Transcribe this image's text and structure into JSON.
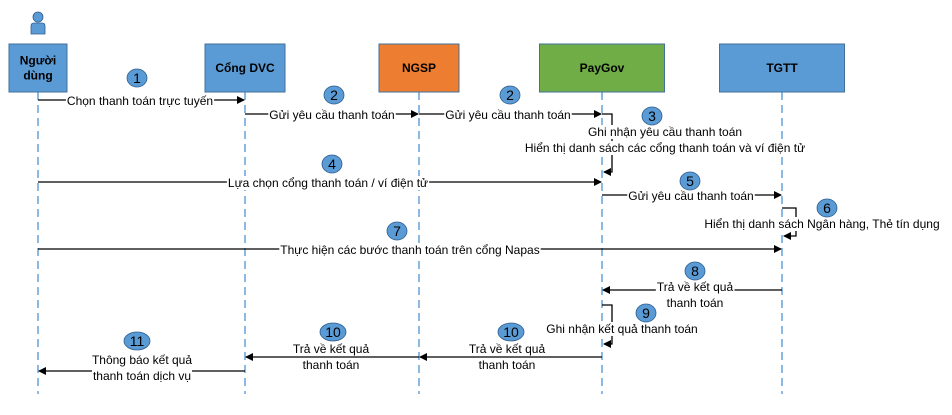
{
  "actors": [
    {
      "id": "user",
      "label_lines": [
        "Người",
        "dùng"
      ],
      "fill": "#5b9bd5"
    },
    {
      "id": "dvc",
      "label_lines": [
        "Cổng DVC"
      ],
      "fill": "#5b9bd5"
    },
    {
      "id": "ngsp",
      "label_lines": [
        "NGSP"
      ],
      "fill": "#ed7d31"
    },
    {
      "id": "paygov",
      "label_lines": [
        "PayGov"
      ],
      "fill": "#70ad47"
    },
    {
      "id": "tgtt",
      "label_lines": [
        "TGTT"
      ],
      "fill": "#5b9bd5"
    }
  ],
  "colors": {
    "badge": "#5b9bd5",
    "lifeline": "#5b9bd5",
    "arrow": "#000000",
    "box_border": "#41719c"
  },
  "user_icon": "person-icon",
  "messages": [
    {
      "num": "1",
      "from": "user",
      "to": "dvc",
      "label_lines": [
        "Chọn thanh toán trực tuyến"
      ]
    },
    {
      "num": "2",
      "from": "dvc",
      "to": "ngsp",
      "label_lines": [
        "Gửi yêu cầu thanh toán"
      ]
    },
    {
      "num": "2",
      "from": "ngsp",
      "to": "paygov",
      "label_lines": [
        "Gửi yêu cầu thanh toán"
      ]
    },
    {
      "num": "3",
      "from": "paygov",
      "to": "paygov",
      "self": true,
      "label_lines": [
        "Ghi nhận yêu cầu thanh toán",
        "Hiển thị danh sách các cổng thanh toán và ví điện tử"
      ]
    },
    {
      "num": "4",
      "from": "user",
      "to": "paygov",
      "label_lines": [
        "Lựa chọn cổng thanh toán / ví điện tử"
      ]
    },
    {
      "num": "5",
      "from": "paygov",
      "to": "tgtt",
      "label_lines": [
        "Gửi yêu cầu thanh toán"
      ]
    },
    {
      "num": "6",
      "from": "tgtt",
      "to": "tgtt",
      "self": true,
      "label_lines": [
        "Hiển thị danh sách Ngân hàng, Thẻ tín dụng"
      ]
    },
    {
      "num": "7",
      "from": "user",
      "to": "tgtt",
      "label_lines": [
        "Thực hiện các bước thanh toán trên cổng Napas"
      ]
    },
    {
      "num": "8",
      "from": "tgtt",
      "to": "paygov",
      "label_lines": [
        "Trả về kết quả",
        "thanh toán"
      ]
    },
    {
      "num": "9",
      "from": "paygov",
      "to": "paygov",
      "self": true,
      "label_lines": [
        "Ghi nhận kết quả thanh toán"
      ]
    },
    {
      "num": "10",
      "from": "paygov",
      "to": "ngsp",
      "label_lines": [
        "Trả về kết quả",
        "thanh toán"
      ]
    },
    {
      "num": "10",
      "from": "ngsp",
      "to": "dvc",
      "label_lines": [
        "Trả về kết quả",
        "thanh toán"
      ]
    },
    {
      "num": "11",
      "from": "dvc",
      "to": "user",
      "label_lines": [
        "Thông báo kết quả",
        "thanh toán dịch vụ"
      ]
    }
  ]
}
